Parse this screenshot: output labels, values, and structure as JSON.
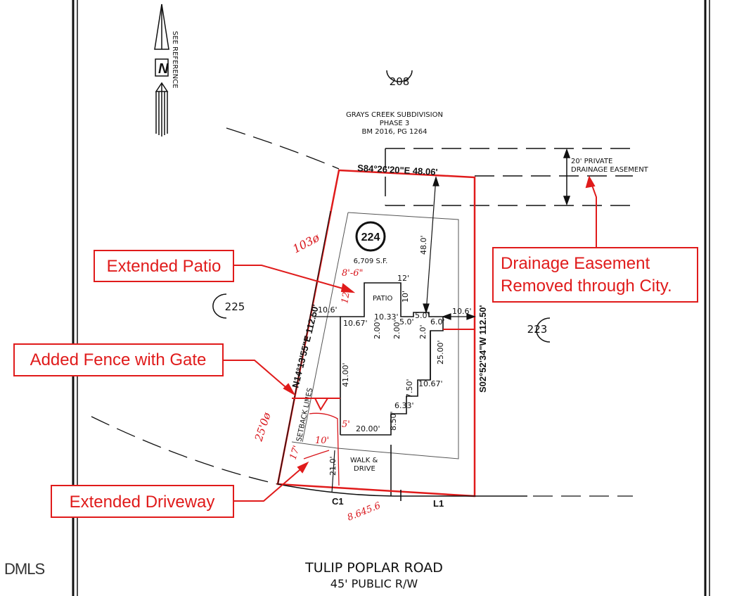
{
  "north_arrow": {
    "letter": "N",
    "note": "SEE REFERENCE"
  },
  "subdivision": {
    "name": "GRAYS CREEK SUBDIVISION",
    "phase": "PHASE 3",
    "book": "BM 2016, PG 1264"
  },
  "lots": {
    "top": "208",
    "left": "225",
    "right": "223",
    "subject": "224",
    "subject_area": "6,709 S.F."
  },
  "bearings": {
    "north": "S84°26'20\"E  48.06'",
    "west": "N14°13'55\"E  112.50'",
    "east": "S02°52'34\"W  112.50'"
  },
  "easement": {
    "line1": "20' PRIVATE",
    "line2": "DRAINAGE EASEMENT"
  },
  "dimensions": {
    "front_setback": "48.0'",
    "patio_width": "12'",
    "patio_depth": "10'",
    "patio_label": "PATIO",
    "left_side": "10.6'",
    "right_side": "10.6'",
    "d_1067a": "10.67'",
    "d_1033": "10.33'",
    "d_50a": "5.0'",
    "d_50b": "5.0'",
    "d_60": "6.0'",
    "d_200a": "2.00'",
    "d_200b": "2.00'",
    "d_20": "2.0'",
    "d_2500": "25.00'",
    "d_4100": "41.00'",
    "d_1067b": "10.67'",
    "d_750": "7.50'",
    "d_633": "6.33'",
    "d_850": "8.50'",
    "d_2000": "20.00'",
    "d_210": "21.0'",
    "setback": "SETBACK LINES",
    "walk1": "WALK &",
    "walk2": "DRIVE",
    "c1": "C1",
    "l1": "L1"
  },
  "road": {
    "name": "TULIP POPLAR ROAD",
    "rw": "45' PUBLIC R/W"
  },
  "watermark": "DMLS",
  "callouts": {
    "patio": "Extended Patio",
    "fence": "Added Fence with Gate",
    "driveway": "Extended Driveway",
    "easement_line1": "Drainage Easement",
    "easement_line2": "Removed through City."
  },
  "handwritten": {
    "a": "103ø",
    "b": "8'-6\"",
    "c": "12'",
    "d": "25'0ø",
    "e": "17'",
    "f": "10'",
    "g": "5'",
    "h": "8.645.6"
  },
  "colors": {
    "markup_red": "#e01b1b",
    "line_black": "#111111"
  }
}
